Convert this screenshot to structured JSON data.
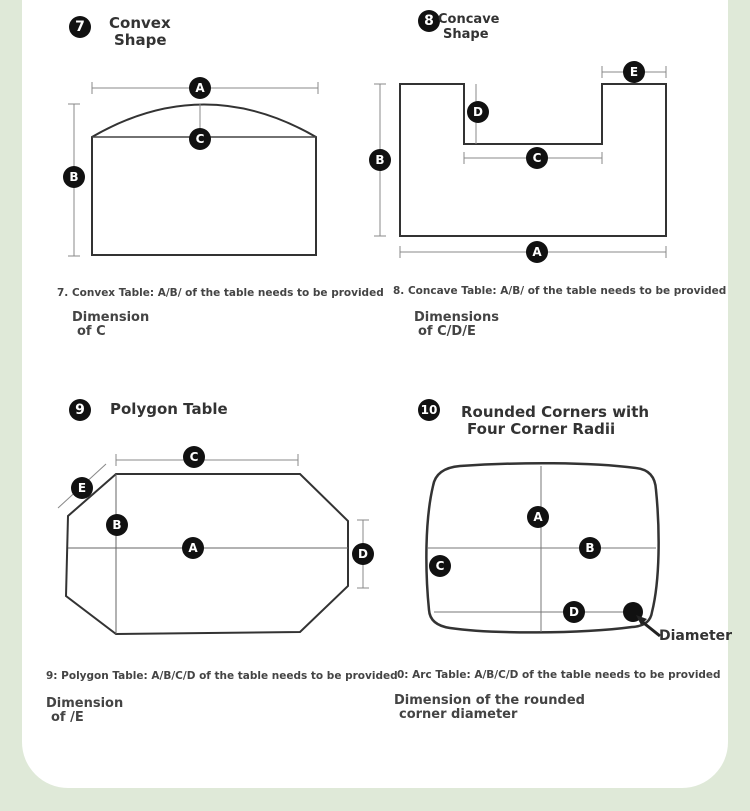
{
  "sections": [
    {
      "number": "7",
      "title_line1": "Convex",
      "title_line2": "Shape",
      "caption": "7. Convex Table: A/B/ of the table needs to be provided",
      "dimension_line1": "Dimension",
      "dimension_line2": "of C",
      "labels": [
        "A",
        "B",
        "C"
      ]
    },
    {
      "number": "8",
      "title_line1": "Concave",
      "title_line2": "Shape",
      "caption": "8. Concave Table: A/B/ of the table needs to be provided",
      "dimension_line1": "Dimensions",
      "dimension_line2": "of C/D/E",
      "labels": [
        "A",
        "B",
        "C",
        "D",
        "E"
      ]
    },
    {
      "number": "9",
      "title_line1": "Polygon Table",
      "caption": "9: Polygon Table: A/B/C/D of the table needs to be provided",
      "dimension_line1": "Dimension",
      "dimension_line2": "of /E",
      "labels": [
        "A",
        "B",
        "C",
        "D",
        "E"
      ]
    },
    {
      "number": "10",
      "title_line1": "Rounded Corners with",
      "title_line2": "Four Corner Radii",
      "caption": "0: Arc Table: A/B/C/D of the table needs to be provided",
      "dimension_line1": "Dimension of the rounded",
      "dimension_line2": "corner diameter",
      "callout": "Diameter",
      "labels": [
        "A",
        "B",
        "C",
        "D"
      ]
    }
  ],
  "colors": {
    "line": "#333333",
    "dim_line": "#8a8a8a",
    "badge": "#111111",
    "background": "#dfe9d8",
    "card": "#ffffff"
  }
}
